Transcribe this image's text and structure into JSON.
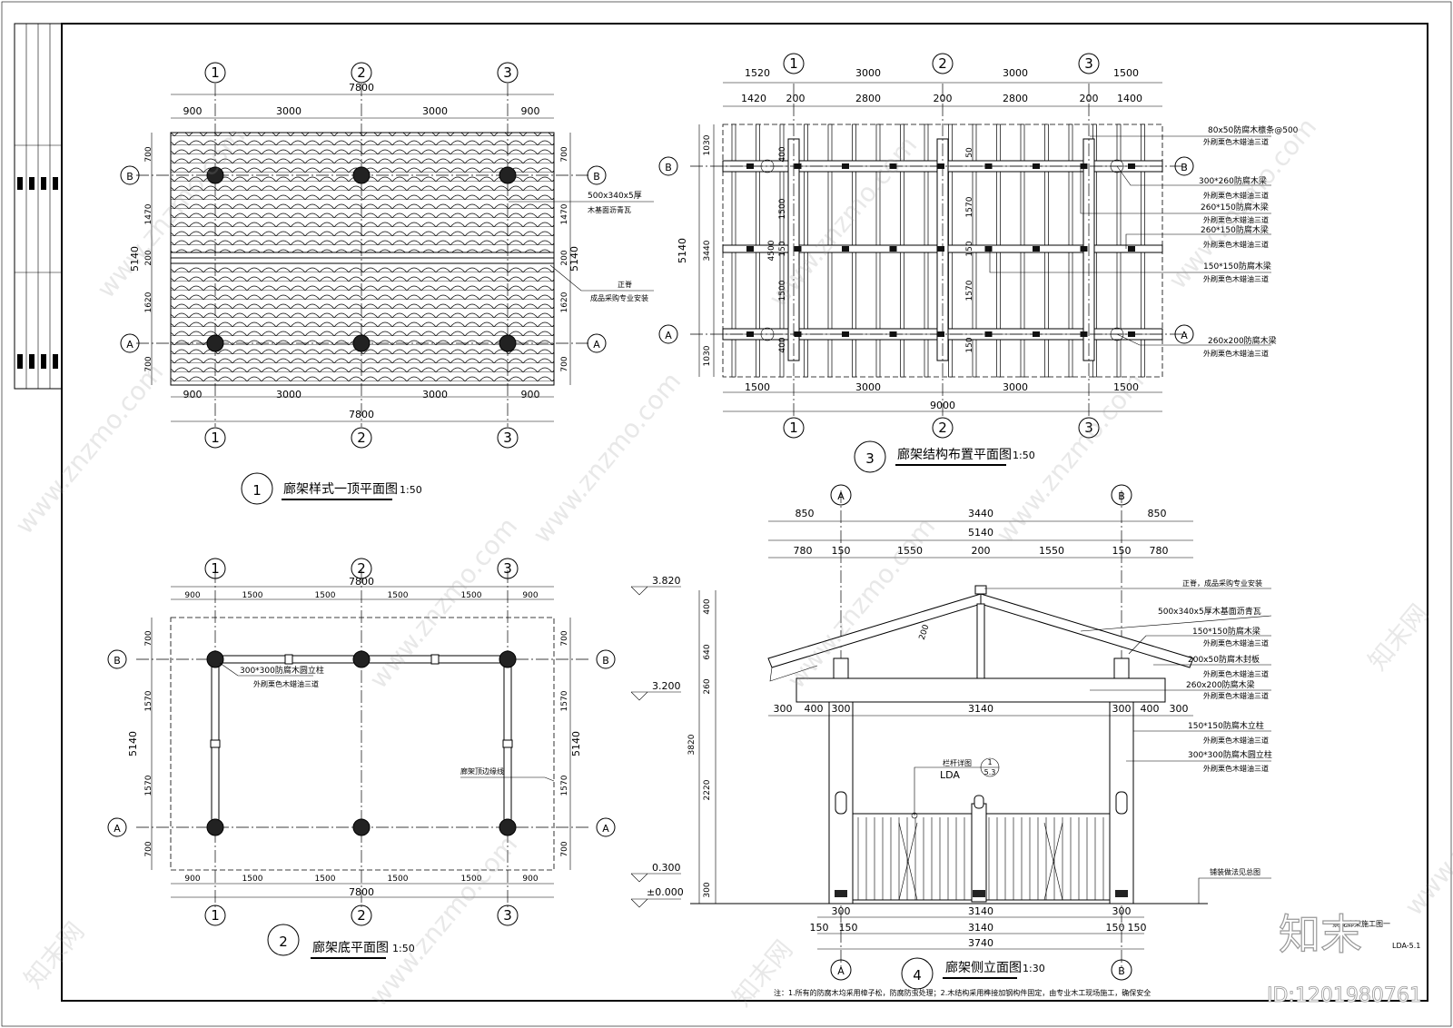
{
  "grid": {
    "n1": "1",
    "n2": "2",
    "n3": "3",
    "a": "A",
    "b": "B"
  },
  "p1": {
    "title_no": "1",
    "title": "廊架样式一顶平面图",
    "scale": "1:50",
    "d_total": "7800",
    "d900": "900",
    "d3000": "3000",
    "d5140": "5140",
    "d700": "700",
    "d1470": "1470",
    "d200": "200",
    "d1620": "1620",
    "n_tile": "500x340x5厚",
    "n_tile2": "木基面沥青瓦",
    "n_ridge": "正脊",
    "n_ridge2": "成品采购专业安装"
  },
  "p2": {
    "title_no": "2",
    "title": "廊架底平面图",
    "scale": "1:50",
    "d_total": "7800",
    "d900": "900",
    "d1500": "1500",
    "d5140": "5140",
    "d700": "700",
    "d1570": "1570",
    "n_col": "300*300防腐木圆立柱",
    "n_col2": "外刷栗色木蜡油三道",
    "n_edge": "廊架顶边缘线"
  },
  "p3": {
    "title_no": "3",
    "title": "廊架结构布置平面图",
    "scale": "1:50",
    "top1": [
      "1520",
      "3000",
      "3000",
      "1500"
    ],
    "top2": [
      "1420",
      "200",
      "2800",
      "200",
      "2800",
      "200",
      "1400"
    ],
    "bot": [
      "1500",
      "3000",
      "3000",
      "1500"
    ],
    "d9000": "9000",
    "left1": [
      "1030",
      "3440",
      "1030"
    ],
    "d5140": "5140",
    "inner": [
      "400",
      "1500",
      "150",
      "1500",
      "400"
    ],
    "d4500": "4500",
    "mid": [
      "50",
      "1570",
      "150",
      "1570",
      "150"
    ],
    "n1": "80x50防腐木檩条@500",
    "n1b": "外刷栗色木蜡油三道",
    "n2": "300*260防腐木梁",
    "n2b": "外刷栗色木蜡油三道",
    "n3": "260*150防腐木梁",
    "n3b": "外刷栗色木蜡油三道",
    "n4": "260*150防腐木梁",
    "n4b": "外刷栗色木蜡油三道",
    "n5": "150*150防腐木梁",
    "n5b": "外刷栗色木蜡油三道",
    "n6": "260x200防腐木梁",
    "n6b": "外刷栗色木蜡油三道"
  },
  "p4": {
    "title_no": "4",
    "title": "廊架侧立面图",
    "scale": "1:30",
    "top1": [
      "850",
      "3440",
      "850"
    ],
    "d5140": "5140",
    "top2": [
      "780",
      "150",
      "1550",
      "200",
      "1550",
      "150",
      "780"
    ],
    "mid": [
      "300",
      "400",
      "300",
      "3140",
      "300",
      "400",
      "300"
    ],
    "bot1": [
      "300",
      "3140",
      "300"
    ],
    "bot2": [
      "150",
      "150",
      "3140",
      "150",
      "150"
    ],
    "d3740": "3740",
    "e1": "3.820",
    "e2": "3.200",
    "e3": "0.300",
    "e4": "±0.000",
    "v": [
      "400",
      "640",
      "260",
      "3820",
      "2220",
      "300"
    ],
    "d200": "200",
    "n1": "正脊，成品采购专业安装",
    "n2": "500x340x5厚木基面沥青瓦",
    "n3": "150*150防腐木梁",
    "n3b": "外刷栗色木蜡油三道",
    "n4": "200x50防腐木封板",
    "n4b": "外刷栗色木蜡油三道",
    "n5": "260x200防腐木梁",
    "n5b": "外刷栗色木蜡油三道",
    "n6": "150*150防腐木立柱",
    "n6b": "外刷栗色木蜡油三道",
    "n7": "300*300防腐木圆立柱",
    "n7b": "外刷栗色木蜡油三道",
    "n8": "栏杆详图",
    "n8b": "LDA",
    "n8c": "1",
    "n8d": "5.3",
    "n9": "铺装做法见总图"
  },
  "title_block": {
    "code": "LDA-5.1",
    "sheet": "景观廊架施工图一"
  },
  "note": "注：1.所有的防腐木均采用樟子松，防腐防虫处理；2.木结构采用榫接加钢构件固定，由专业木工现场施工，确保安全",
  "watermark": {
    "site": "www.znzmo.com",
    "brand": "知末",
    "id": "ID:1201980761",
    "cn": "知末网"
  }
}
